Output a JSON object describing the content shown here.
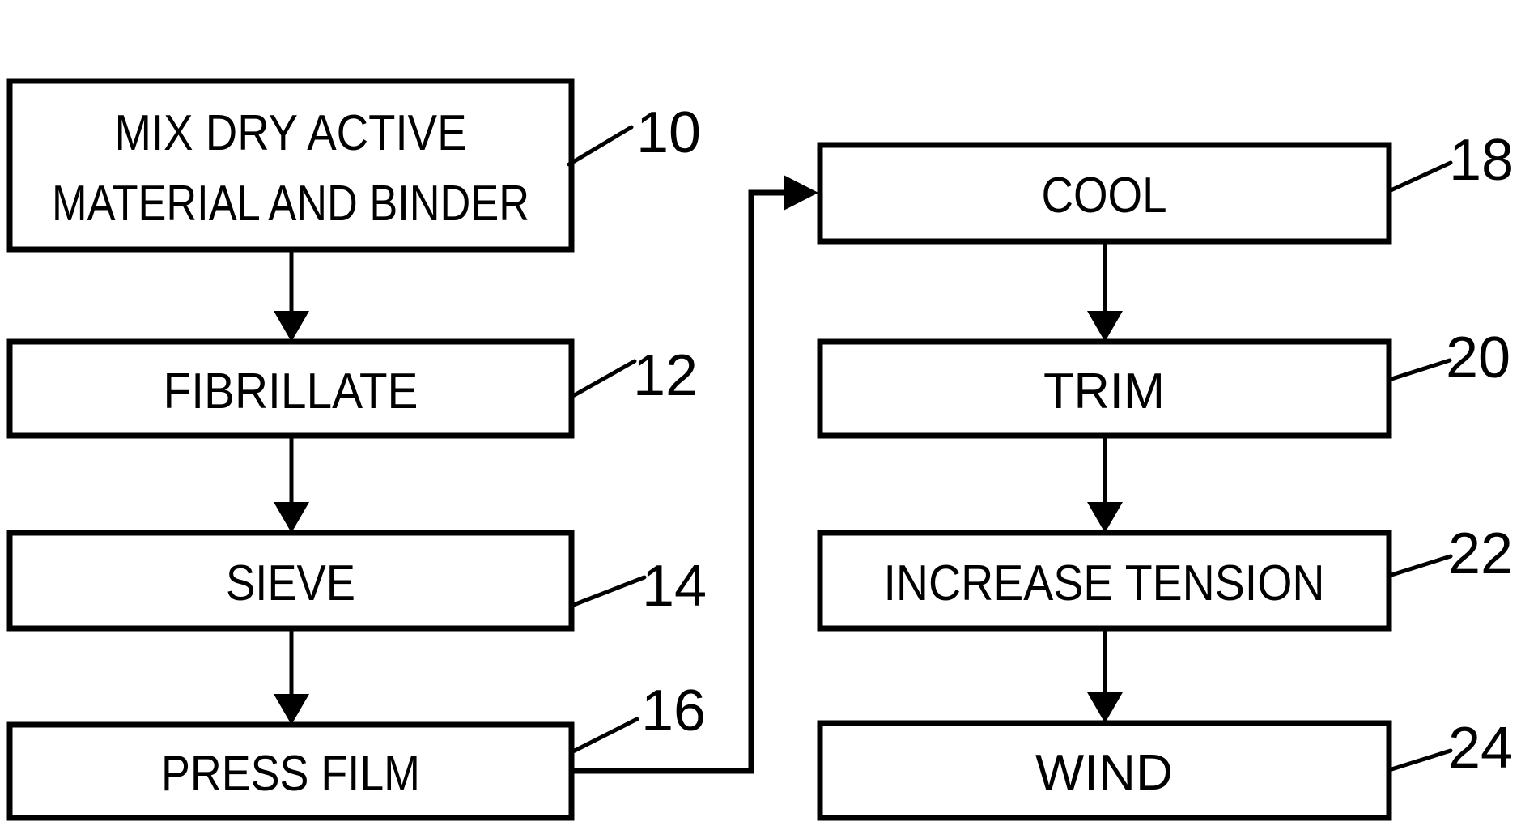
{
  "figure": {
    "background": "#ffffff",
    "stroke_color": "#000000",
    "nodes": [
      {
        "ref": "10",
        "line1": "MIX DRY ACTIVE",
        "line2": "MATERIAL AND BINDER"
      },
      {
        "ref": "12",
        "label": "FIBRILLATE"
      },
      {
        "ref": "14",
        "label": "SIEVE"
      },
      {
        "ref": "16",
        "label": "PRESS FILM"
      },
      {
        "ref": "18",
        "label": "COOL"
      },
      {
        "ref": "20",
        "label": "TRIM"
      },
      {
        "ref": "22",
        "label": "INCREASE TENSION"
      },
      {
        "ref": "24",
        "label": "WIND"
      }
    ]
  }
}
